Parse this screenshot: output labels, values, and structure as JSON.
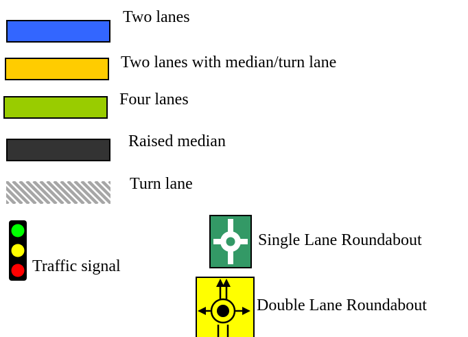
{
  "legend": {
    "items": [
      {
        "label": "Two lanes",
        "color": "#3366ff",
        "icon": "solid-swatch"
      },
      {
        "label": "Two lanes with median/turn lane",
        "color": "#ffcc00",
        "icon": "solid-swatch"
      },
      {
        "label": "Four lanes",
        "color": "#99cc00",
        "icon": "solid-swatch"
      },
      {
        "label": "Raised median",
        "color": "#333333",
        "icon": "solid-swatch"
      },
      {
        "label": "Turn lane",
        "color": "#a6a6a6",
        "icon": "hatched-swatch"
      },
      {
        "label": "Single Lane Roundabout",
        "color": "#339966",
        "icon": "single-lane-roundabout-icon"
      },
      {
        "label": "Traffic signal",
        "colors": [
          "#00ff00",
          "#ffff00",
          "#ff0000"
        ],
        "icon": "traffic-signal-icon"
      },
      {
        "label": "Double Lane Roundabout",
        "color": "#ffff00",
        "icon": "double-lane-roundabout-icon"
      }
    ]
  }
}
